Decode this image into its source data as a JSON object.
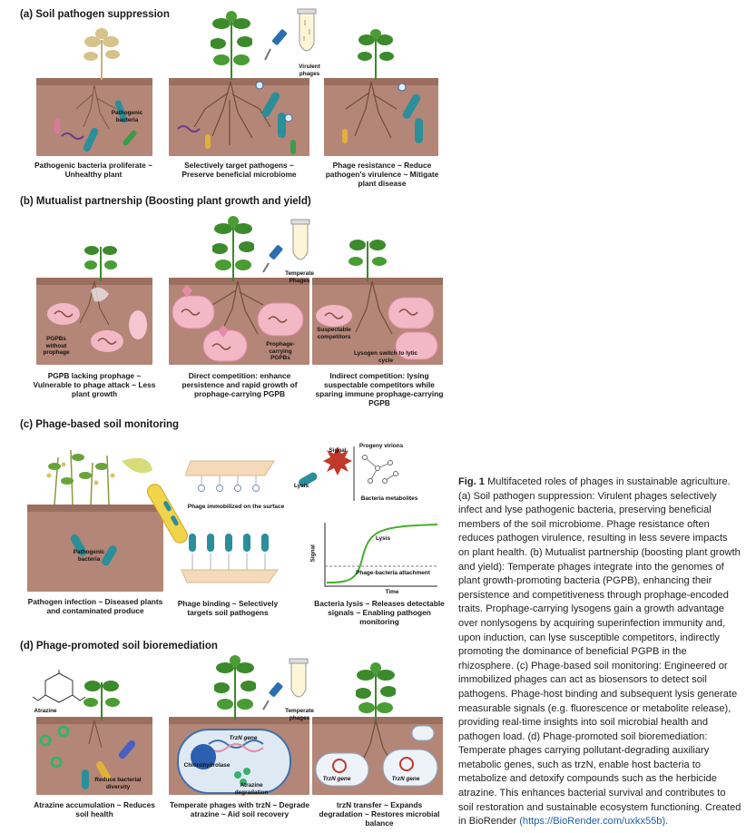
{
  "sections": {
    "a": {
      "title": "(a)  Soil pathogen suppression",
      "captions": [
        "Pathogenic bacteria proliferate ~ Unhealthy plant",
        "Selectively target pathogens ~ Preserve beneficial microbiome",
        "Phage resistance ~ Reduce pathogen's virulence ~ Mitigate plant disease"
      ],
      "labels": {
        "pathogenic": "Pathogenic bacteria",
        "virulent": "Virulent phages"
      }
    },
    "b": {
      "title": "(b)  Mutualist partnership (Boosting plant growth and yield)",
      "captions": [
        "PGPB lacking prophage ~ Vulnerable to phage attack ~ Less plant growth",
        "Direct competition: enhance persistence and rapid growth of prophage-carrying PGPB",
        "Indirect competition: lysing suspectable competitors while sparing immune prophage-carrying PGPB"
      ],
      "labels": {
        "pgpb_without": "PGPBs without prophage",
        "temperate": "Temperate Phages",
        "prophage_carrying": "Prophage-carrying PGPBs",
        "susceptible": "Suspectable competitors",
        "lysogen_switch": "Lysogen switch to lytic cycle"
      }
    },
    "c": {
      "title": "(c)  Phage-based soil monitoring",
      "captions": [
        "Pathogen infection ~ Diseased plants and contaminated produce",
        "Phage binding ~ Selectively targets soil pathogens",
        "Bacteria lysis ~ Releases detectable signals ~ Enabling pathogen monitoring"
      ],
      "labels": {
        "pathogenic": "Pathogenic bacteria",
        "immobilized": "Phage immobilized on the surface",
        "signal": "Signal",
        "progeny": "Progeny virions",
        "lysis": "Lysis",
        "metabolites": "Bacteria metabolites",
        "chart_lysis": "Lysis",
        "attachment": "Phage-bacteria attachment",
        "ylabel": "Signal",
        "xlabel": "Time"
      }
    },
    "d": {
      "title": "(d)  Phage-promoted soil bioremediation",
      "captions": [
        "Atrazine accumulation ~ Reduces soil health",
        "Temperate phages with trzN ~ Degrade atrazine ~ Aid soil recovery",
        "trzN transfer ~ Expands degradation ~ Restores microbial balance"
      ],
      "labels": {
        "atrazine": "Atrazine",
        "reduce_diversity": "Reduce bacterial diversity",
        "temperate": "Temperate phages",
        "trzn_gene": "TrzN gene",
        "chlorohydrolase": "Chlorohydrolase",
        "atrazine_degradation": "Atrazine degradation",
        "trzn_gene_left": "TrzN gene",
        "trzn_gene_right": "TrzN gene"
      }
    }
  },
  "legend": {
    "fig_label": "Fig. 1",
    "text": " Multifaceted roles of phages in sustainable agriculture. (a) Soil pathogen suppression: Virulent phages selectively infect and lyse pathogenic bacteria, preserving beneficial members of the soil microbiome. Phage resistance often reduces pathogen virulence, resulting in less severe impacts on plant health. (b) Mutualist partnership (boosting plant growth and yield): Temperate phages integrate into the genomes of plant growth-promoting bacteria (PGPB), enhancing their persistence and competitiveness through prophage-encoded traits. Prophage-carrying lysogens gain a growth advantage over nonlysogens by acquiring superinfection immunity and, upon induction, can lyse susceptible competitors, indirectly promoting the dominance of beneficial PGPB in the rhizosphere. (c) Phage-based soil monitoring: Engineered or immobilized phages can act as biosensors to detect soil pathogens. Phage-host binding and subsequent lysis generate measurable signals (e.g. fluorescence or metabolite release), providing real-time insights into soil microbial health and pathogen load. (d) Phage-promoted soil bioremediation: Temperate phages carrying pollutant-degrading auxiliary metabolic genes, such as trzN, enable host bacteria to metabolize and detoxify compounds such as the herbicide atrazine. This enhances bacterial survival and contributes to soil restoration and sustainable ecosystem functioning. Created in BioRender ",
    "link": "(https://BioRender.com/uxkx55b)."
  },
  "colors": {
    "soil": "#b48677",
    "soil_dark": "#8e6355",
    "plant": "#3c8a2c",
    "pathogen": "#2a8f9a",
    "phage": "#2b6fb0",
    "pink": "#f2b8c6",
    "curve": "#43b02a"
  }
}
